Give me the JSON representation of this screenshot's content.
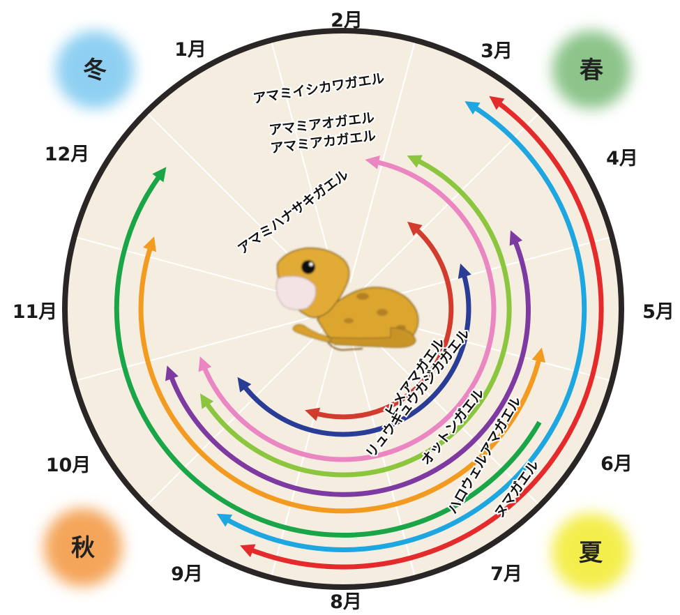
{
  "months": [
    "1月",
    "2月",
    "3月",
    "4月",
    "5月",
    "6月",
    "7月",
    "8月",
    "9月",
    "10月",
    "11月",
    "12月"
  ],
  "seasons": {
    "winter": {
      "label": "冬",
      "color": "#8fd0f2"
    },
    "spring": {
      "label": "春",
      "color": "#8cc48a"
    },
    "summer": {
      "label": "夏",
      "color": "#f4ee4e"
    },
    "autumn": {
      "label": "秋",
      "color": "#f4a55a"
    }
  },
  "frogs": [
    {
      "name": "アマミイシカワガエル",
      "color": "#1aa648"
    },
    {
      "name": "アマミアオガエル",
      "color": "#f39a20"
    },
    {
      "name": "アマミアカガエル",
      "color": "#7d3aa0"
    },
    {
      "name": "アマミハナサキガエル",
      "color": "#2a3d96"
    },
    {
      "name": "ヒメアマガエル",
      "color": "#d23c2f"
    },
    {
      "name": "リュウキュウカジカガエル",
      "color": "#ea86c2"
    },
    {
      "name": "オットンガエル",
      "color": "#8cc63e"
    },
    {
      "name": "ハロウェルアマガエル",
      "color": "#1ea6e0"
    },
    {
      "name": "ヌマガエル",
      "color": "#e42a2a"
    }
  ]
}
